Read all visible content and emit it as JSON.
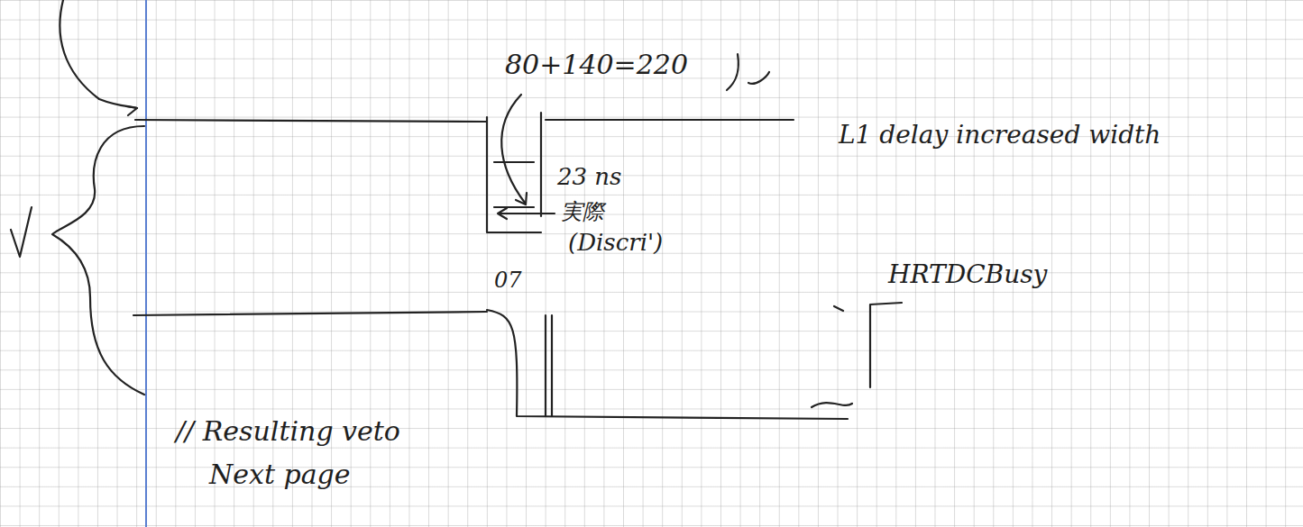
{
  "diagram": {
    "labels": [
      "80+140=220",
      "23 ns",
      "実際",
      "(Discri')",
      "L1 delay increased width",
      "07",
      "HRTDCBusy",
      "// Resulting veto",
      "Next page"
    ]
  }
}
